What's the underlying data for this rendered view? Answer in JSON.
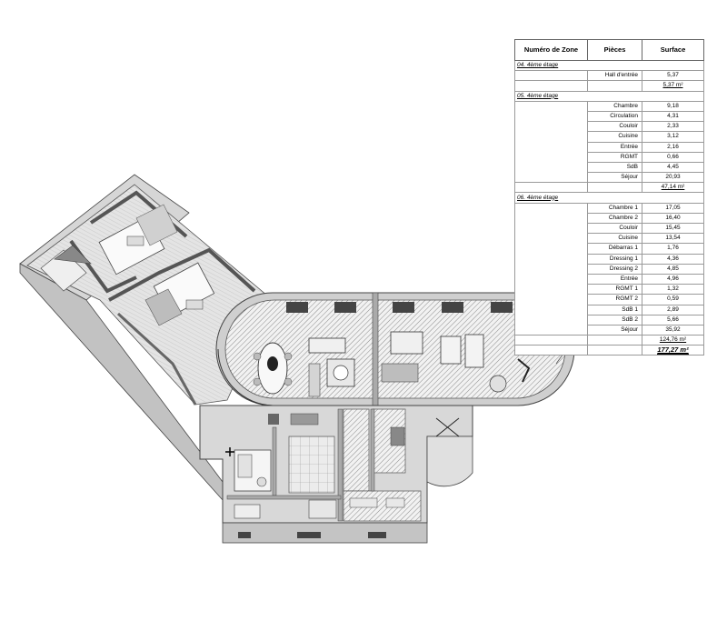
{
  "table": {
    "headers": [
      "Numéro de Zone",
      "Pièces",
      "Surface"
    ],
    "zones": [
      {
        "name": "04. 4ème étage",
        "rooms": [
          {
            "name": "Hall d'entrée",
            "area": "5,37"
          }
        ],
        "subtotal": "5,37 m²"
      },
      {
        "name": "05. 4ème étage",
        "rooms": [
          {
            "name": "Chambre",
            "area": "9,18"
          },
          {
            "name": "Circulation",
            "area": "4,31"
          },
          {
            "name": "Couloir",
            "area": "2,33"
          },
          {
            "name": "Cuisine",
            "area": "3,12"
          },
          {
            "name": "Entrée",
            "area": "2,16"
          },
          {
            "name": "RGMT",
            "area": "0,66"
          },
          {
            "name": "SdB",
            "area": "4,45"
          },
          {
            "name": "Séjour",
            "area": "20,93"
          }
        ],
        "subtotal": "47,14 m²"
      },
      {
        "name": "06. 4ème étage",
        "rooms": [
          {
            "name": "Chambre 1",
            "area": "17,05"
          },
          {
            "name": "Chambre 2",
            "area": "16,40"
          },
          {
            "name": "Couloir",
            "area": "15,45"
          },
          {
            "name": "Cuisine",
            "area": "13,54"
          },
          {
            "name": "Débarras 1",
            "area": "1,76"
          },
          {
            "name": "Dressing 1",
            "area": "4,36"
          },
          {
            "name": "Dressing 2",
            "area": "4,85"
          },
          {
            "name": "Entrée",
            "area": "4,96"
          },
          {
            "name": "RGMT 1",
            "area": "1,32"
          },
          {
            "name": "RGMT 2",
            "area": "0,59"
          },
          {
            "name": "SdB 1",
            "area": "2,89"
          },
          {
            "name": "SdB 2",
            "area": "5,66"
          },
          {
            "name": "Séjour",
            "area": "35,92"
          }
        ],
        "subtotal": "124,76 m²"
      }
    ],
    "total": "177,27 m²"
  }
}
